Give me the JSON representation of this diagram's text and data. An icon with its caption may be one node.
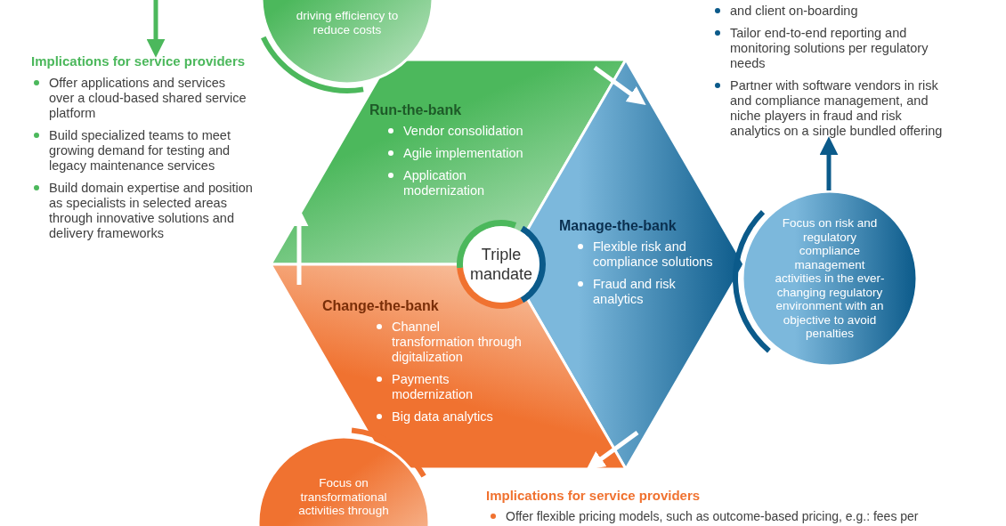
{
  "diagram": {
    "nodes": [
      {
        "text": [
          "Run-the-bank",
          "Vendor consolidation",
          "Agile implementation",
          "Application modernization"
        ]
      },
      {
        "text": [
          "Manage-the-bank",
          "Flexible risk and compliance solutions",
          "Fraud and risk analytics"
        ]
      },
      {
        "text": [
          "Change-the-bank",
          "Channel transformation through digitalization",
          "Payments modernization",
          "Big data analytics"
        ]
      },
      {
        "text": [
          "Triple mandate"
        ]
      },
      {
        "text": [
          "driving efficiency to reduce costs"
        ]
      },
      {
        "text": [
          "Focus on risk and regulatory compliance management activities in the ever-changing regulatory environment with an objective to avoid penalties"
        ]
      },
      {
        "text": [
          "Focus on transformational activities through"
        ]
      },
      {
        "text": [
          "Implications for service providers",
          "Offer applications and services over a cloud-based shared service platform",
          "Build specialized teams to meet growing demand for testing and legacy maintenance services",
          "Build domain expertise and position as specialists in selected areas through innovative solutions and delivery frameworks"
        ]
      },
      {
        "text": [
          "and client on-boarding",
          "Tailor end-to-end reporting and monitoring solutions per regulatory needs",
          "Partner with software vendors in risk and compliance management, and niche players in fraud and risk analytics on a single bundled offering"
        ]
      }
    ],
    "edges": [
      {
        "from": 0,
        "to": 1,
        "arrow": "to",
        "color": "#ffffff"
      },
      {
        "from": 1,
        "to": 2,
        "arrow": "to",
        "color": "#ffffff"
      },
      {
        "from": 2,
        "to": 0,
        "arrow": "to",
        "color": "#ffffff"
      },
      {
        "from": null,
        "to": 7,
        "arrow": "to",
        "color": "#4cb85c"
      },
      {
        "from": 5,
        "to": 8,
        "arrow": "to",
        "color": "#0b5a8a"
      }
    ],
    "labels": [
      "Implications for service providers",
      "Offer flexible pricing models, such as outcome-based pricing, e.g.: fees per"
    ]
  }
}
